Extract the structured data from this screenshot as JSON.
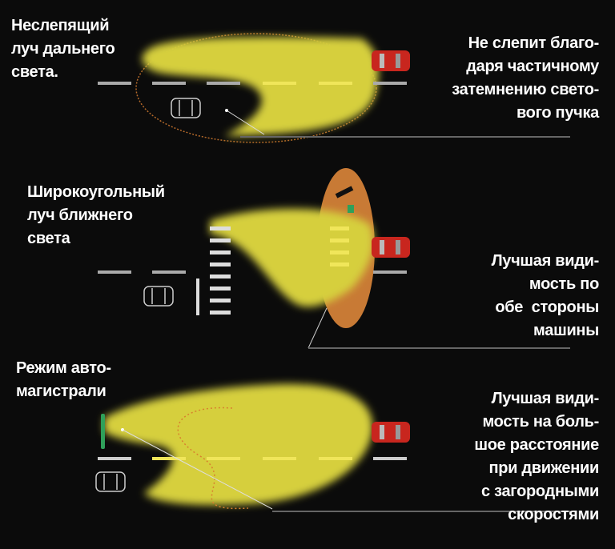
{
  "panels": [
    {
      "mode_label": [
        "Неслепящий",
        "луч дальнего",
        "света."
      ],
      "benefit": [
        "Не слепит благо-",
        "даря частичному",
        "затемнению свето-",
        "вого пучка"
      ]
    },
    {
      "mode_label": [
        "Широкоугольный",
        "луч ближнего",
        "света"
      ],
      "benefit": [
        "Лучшая види-",
        "мость по",
        "обе  стороны",
        "машины"
      ]
    },
    {
      "mode_label": [
        "Режим авто-",
        "магистрали"
      ],
      "benefit": [
        "Лучшая види-",
        "мость на боль-",
        "шое расстояние",
        "при движении",
        "с загородными",
        "скоростями"
      ]
    }
  ],
  "colors": {
    "background": "#0b0b0b",
    "beam": "#d6cf3c",
    "oncoming_car": "#c8261e",
    "spread_zone": "#c87a35",
    "sensor": "#2fa05a"
  }
}
